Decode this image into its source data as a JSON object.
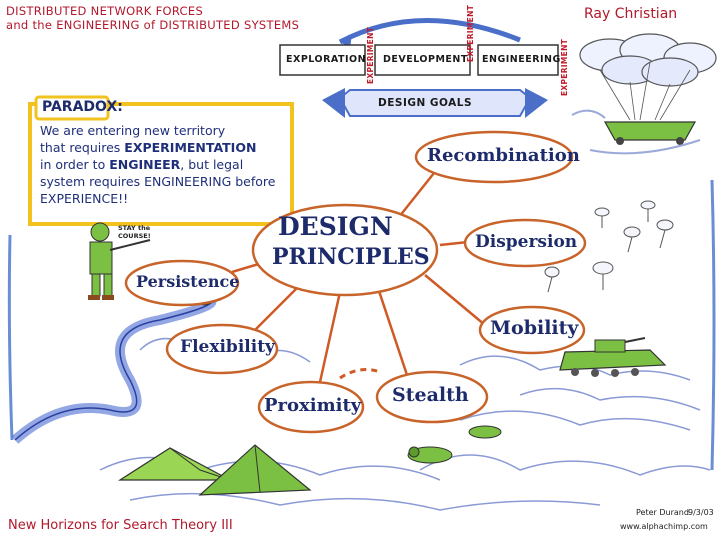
{
  "header": {
    "line1": "DISTRIBUTED NETWORK FORCES",
    "line2": "and the ENGINEERING of DISTRIBUTED SYSTEMS",
    "author": "Ray Christian"
  },
  "process": {
    "stages": [
      "EXPLORATION",
      "DEVELOPMENT",
      "ENGINEERING"
    ],
    "experiment_label": "EXPERIMENT",
    "goals": "DESIGN GOALS"
  },
  "paradox": {
    "title": "PARADOX:",
    "line1": "We are entering new territory",
    "line2_a": "that requires ",
    "line2_b": "EXPERIMENTATION",
    "line3_a": "in order to ",
    "line3_b": "ENGINEER",
    "line3_c": ", but legal",
    "line4": "system requires ENGINEERING before",
    "line5": "EXPERIENCE!!"
  },
  "soldier_quote": {
    "line1": "STAY the",
    "line2": "COURSE!"
  },
  "center": {
    "line1": "DESIGN",
    "line2": "PRINCIPLES"
  },
  "principles": {
    "recombination": "Recombination",
    "dispersion": "Dispersion",
    "mobility": "Mobility",
    "stealth": "Stealth",
    "proximity": "Proximity",
    "flexibility": "Flexibility",
    "persistence": "Persistence"
  },
  "footer": {
    "title": "New Horizons for Search Theory III",
    "signature": "Peter Durand",
    "date": "9/3/03",
    "url": "www.alphachimp.com"
  },
  "colors": {
    "node_ring": "#c8642a",
    "node_text": "#1d2b6b",
    "header_red": "#b2182b",
    "paradox_border": "#f2c21f",
    "connector": "#d05a25"
  }
}
